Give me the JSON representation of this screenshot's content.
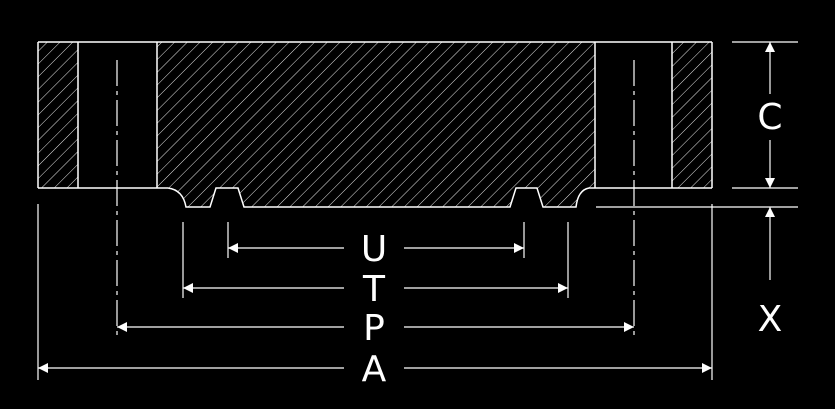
{
  "colors": {
    "background": "#000000",
    "line": "#ffffff"
  },
  "dimensions": {
    "u": "U",
    "t": "T",
    "p": "P",
    "a": "A",
    "c": "C",
    "x": "X"
  }
}
